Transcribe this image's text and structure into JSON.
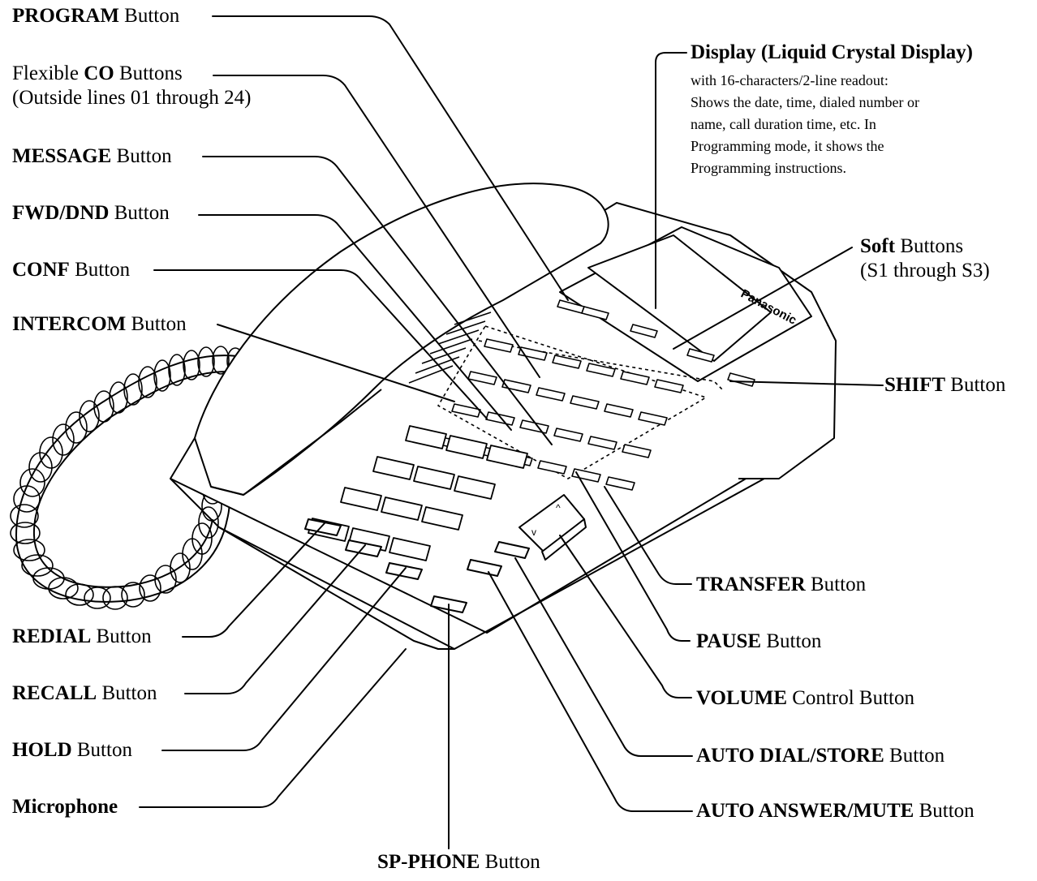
{
  "diagram": {
    "brand": "Panasonic",
    "labels": {
      "program": {
        "bold": "PROGRAM",
        "rest": " Button"
      },
      "co": {
        "pre": "Flexible ",
        "bold": "CO",
        "rest": " Buttons",
        "line2": "(Outside lines 01 through 24)"
      },
      "message": {
        "bold": "MESSAGE",
        "rest": " Button"
      },
      "fwd_dnd": {
        "bold": "FWD/DND",
        "rest": " Button"
      },
      "conf": {
        "bold": "CONF",
        "rest": " Button"
      },
      "intercom": {
        "bold": "INTERCOM",
        "rest": " Button"
      },
      "redial": {
        "bold": "REDIAL",
        "rest": " Button"
      },
      "recall": {
        "bold": "RECALL",
        "rest": " Button"
      },
      "hold": {
        "bold": "HOLD",
        "rest": " Button"
      },
      "microphone": {
        "bold": "Microphone"
      },
      "sp_phone": {
        "bold": "SP-PHONE",
        "rest": " Button"
      },
      "display": {
        "bold": "Display (Liquid Crystal Display)",
        "desc": [
          "with 16-characters/2-line readout:",
          "Shows the date, time, dialed number or",
          "name, call duration time, etc.  In",
          "Programming mode, it shows the",
          "Programming instructions."
        ]
      },
      "soft": {
        "bold": "Soft",
        "rest": " Buttons",
        "line2": "(S1 through S3)"
      },
      "shift": {
        "bold": "SHIFT",
        "rest": " Button"
      },
      "transfer": {
        "bold": "TRANSFER",
        "rest": " Button"
      },
      "pause": {
        "bold": "PAUSE",
        "rest": " Button"
      },
      "volume": {
        "bold": "VOLUME",
        "rest": " Control Button"
      },
      "auto_dial": {
        "bold": "AUTO DIAL/STORE",
        "rest": " Button"
      },
      "auto_answer": {
        "bold": "AUTO ANSWER/MUTE",
        "rest": " Button"
      }
    }
  }
}
